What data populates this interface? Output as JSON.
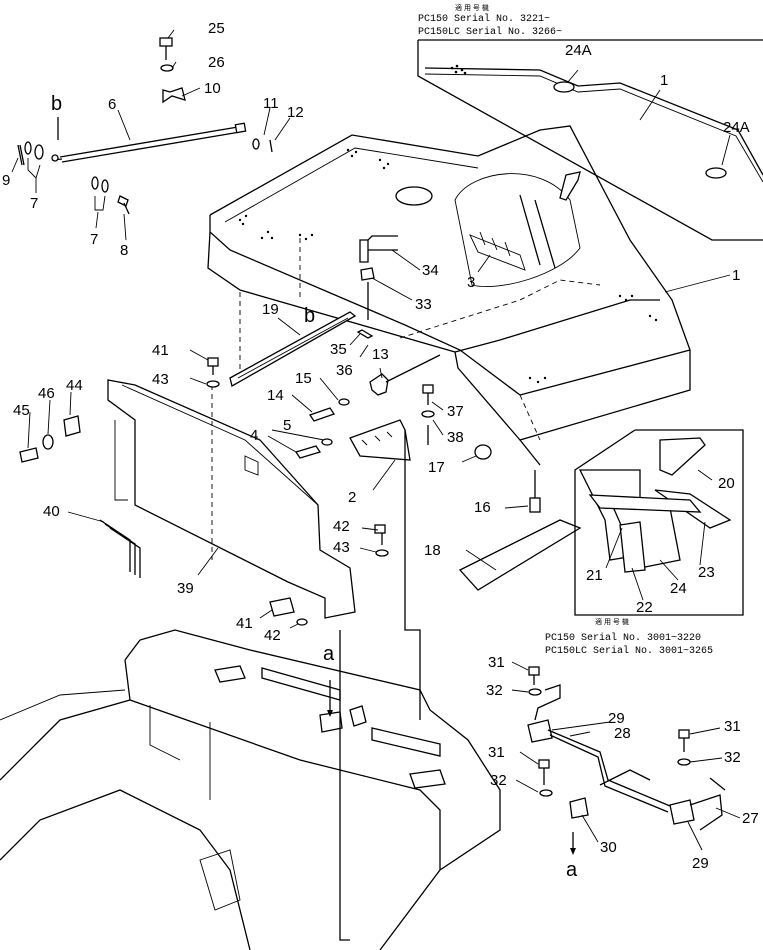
{
  "notes": {
    "top": {
      "jp": "適 用 号 機",
      "line1": "PC150   Serial No. 3221~",
      "line2": "PC150LC Serial No. 3266~"
    },
    "bottom": {
      "jp": "適 用 号 機",
      "line1": "PC150   Serial No. 3001~3220",
      "line2": "PC150LC Serial No. 3001~3265"
    }
  },
  "callouts": {
    "c1": "1",
    "c1b": "1",
    "c2": "2",
    "c3": "3",
    "c4": "4",
    "c5": "5",
    "c6": "6",
    "c7a": "7",
    "c7b": "7",
    "c8": "8",
    "c9": "9",
    "c10": "10",
    "c11": "11",
    "c12": "12",
    "c13": "13",
    "c14": "14",
    "c15": "15",
    "c16": "16",
    "c17": "17",
    "c18": "18",
    "c19": "19",
    "c20": "20",
    "c21": "21",
    "c22": "22",
    "c23": "23",
    "c24": "24",
    "c24a1": "24A",
    "c24a2": "24A",
    "c25": "25",
    "c26": "26",
    "c27": "27",
    "c28": "28",
    "c29a": "29",
    "c29b": "29",
    "c30": "30",
    "c31a": "31",
    "c31b": "31",
    "c31c": "31",
    "c32a": "32",
    "c32b": "32",
    "c32c": "32",
    "c33": "33",
    "c34": "34",
    "c35": "35",
    "c36": "36",
    "c37": "37",
    "c38": "38",
    "c39": "39",
    "c40": "40",
    "c41a": "41",
    "c41b": "41",
    "c42a": "42",
    "c42b": "42",
    "c43a": "43",
    "c43b": "43",
    "c44": "44",
    "c45": "45",
    "c46": "46"
  },
  "refs": {
    "a_top": "a",
    "a_bottom": "a",
    "b_top": "b",
    "b_bottom": "b"
  }
}
